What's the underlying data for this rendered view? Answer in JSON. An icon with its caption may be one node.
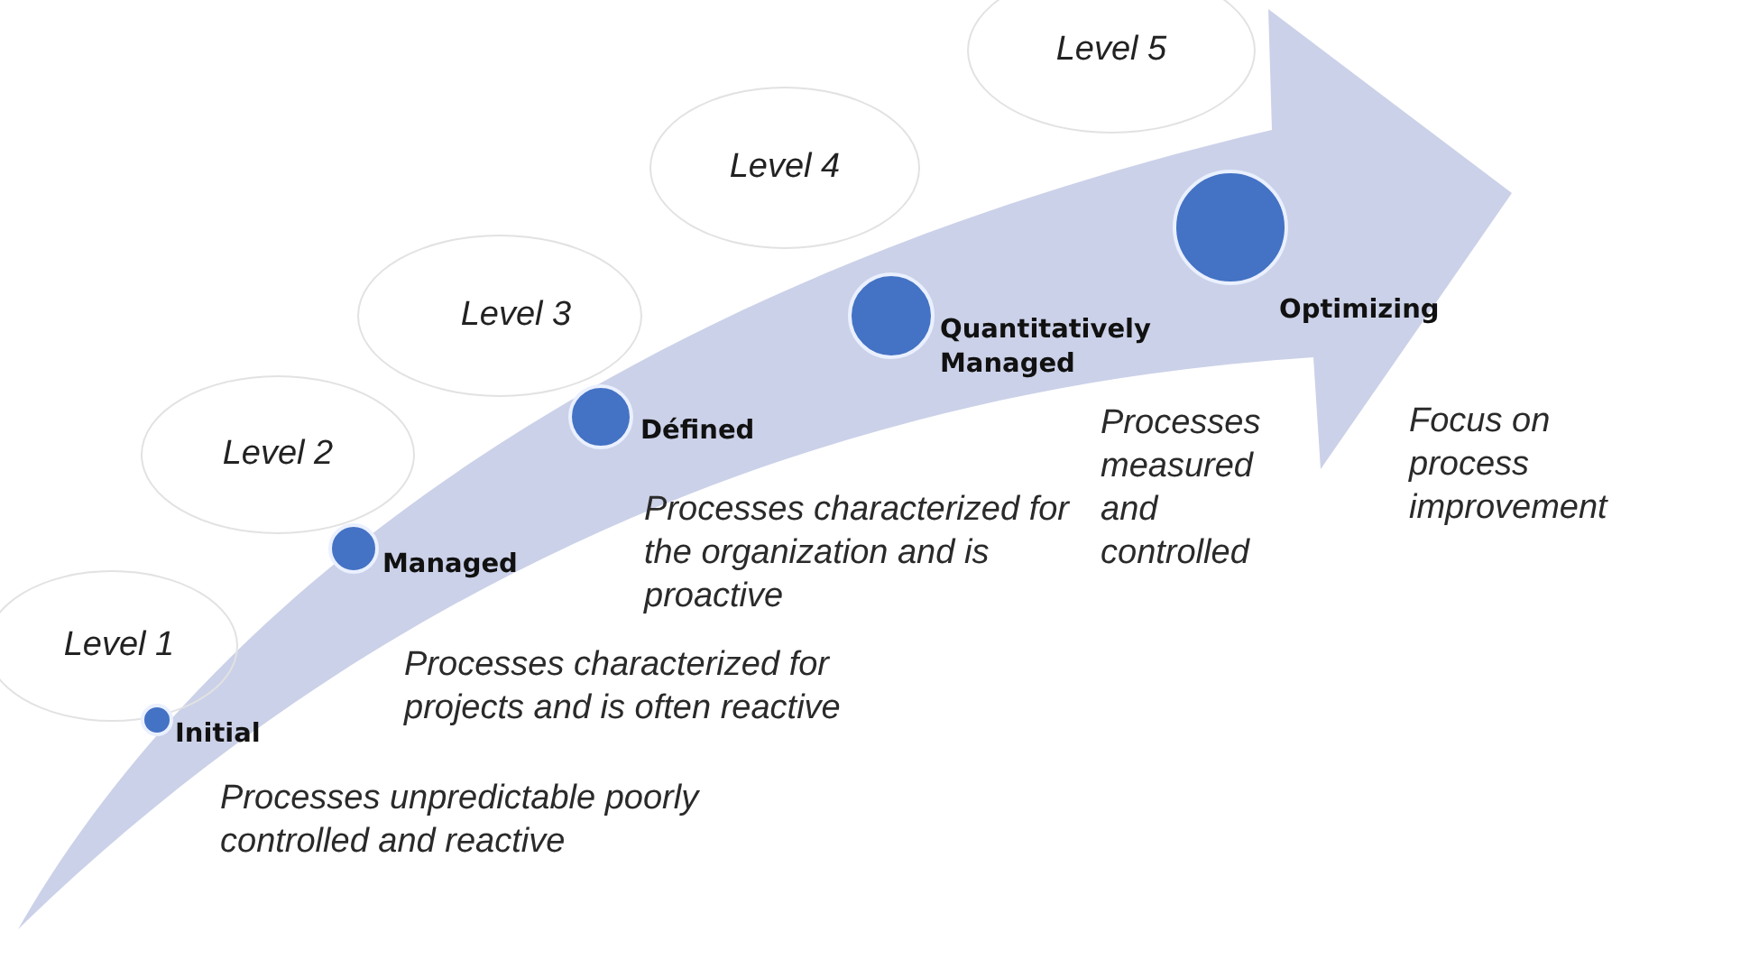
{
  "diagram": {
    "nodes": [
      {
        "text": [
          "Level 1"
        ]
      },
      {
        "text": [
          "Level 2"
        ]
      },
      {
        "text": [
          "Level 3"
        ]
      },
      {
        "text": [
          "Level 4"
        ]
      },
      {
        "text": [
          "Level 5"
        ]
      },
      {
        "text": [
          "Initial"
        ]
      },
      {
        "text": [
          "Managed"
        ]
      },
      {
        "text": [
          "Défined"
        ]
      },
      {
        "text": [
          "Quantitatively Managed"
        ]
      },
      {
        "text": [
          "Optimizing"
        ]
      }
    ],
    "edges": [],
    "labels": [
      "Processes unpredictable poorly controlled and reactive",
      "Processes characterized for projects and is often reactive",
      "Processes characterized for the organization and is proactive",
      "Processes measured and controlled",
      "Focus on process improvement"
    ]
  }
}
